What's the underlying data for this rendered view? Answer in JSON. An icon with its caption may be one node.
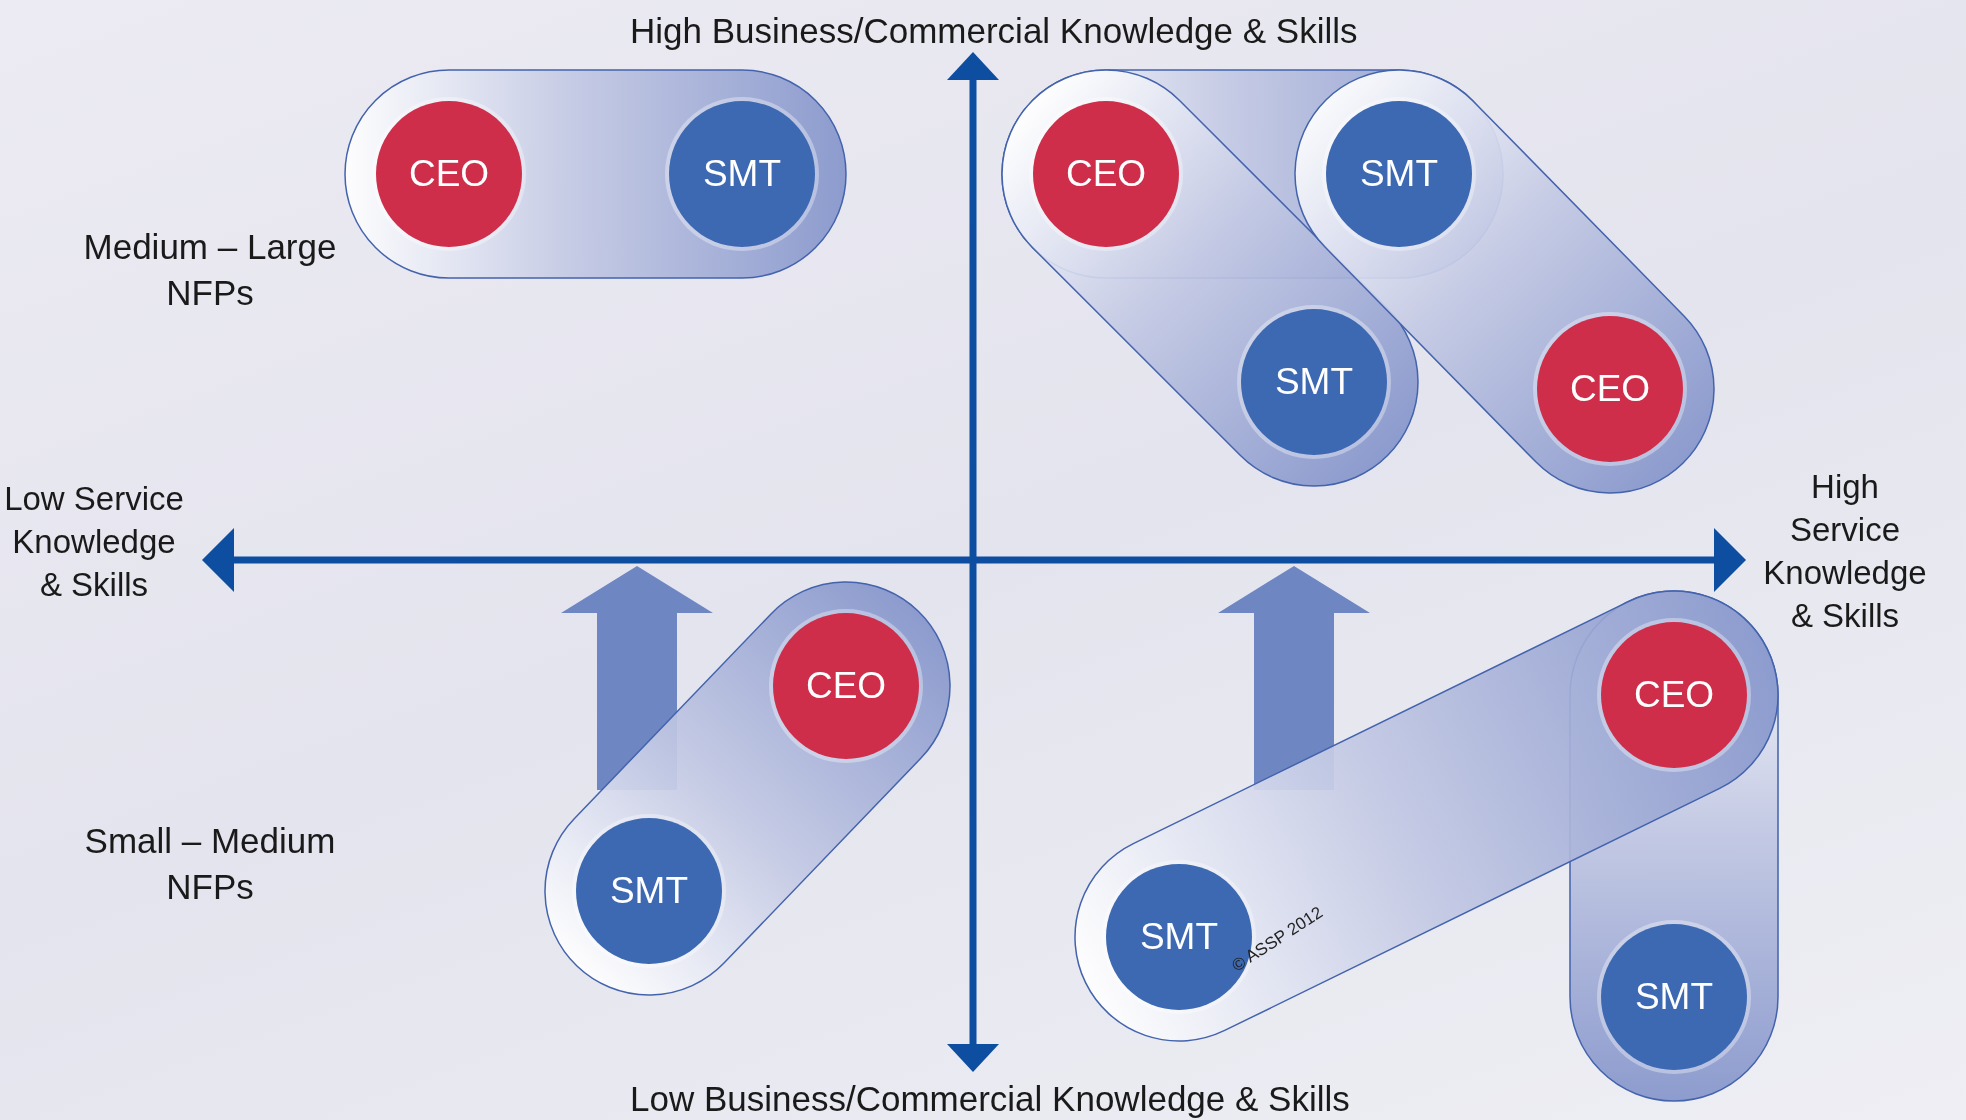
{
  "diagram": {
    "nodes": [
      {
        "text": [
          "CEO"
        ]
      },
      {
        "text": [
          "SMT"
        ]
      },
      {
        "text": [
          "CEO"
        ]
      },
      {
        "text": [
          "SMT"
        ]
      },
      {
        "text": [
          "SMT"
        ]
      },
      {
        "text": [
          "CEO"
        ]
      },
      {
        "text": [
          "CEO"
        ]
      },
      {
        "text": [
          "SMT"
        ]
      },
      {
        "text": [
          "CEO"
        ]
      },
      {
        "text": [
          "SMT"
        ]
      },
      {
        "text": [
          "SMT"
        ]
      }
    ],
    "labels": [
      "High Business/Commercial Knowledge & Skills",
      "Medium – Large NFPs",
      "Low Service Knowledge & Skills",
      "High Service Knowledge & Skills",
      "Small – Medium NFPs",
      "© ASSP 2012",
      "Low Business/Commercial Knowledge & Skills"
    ]
  }
}
